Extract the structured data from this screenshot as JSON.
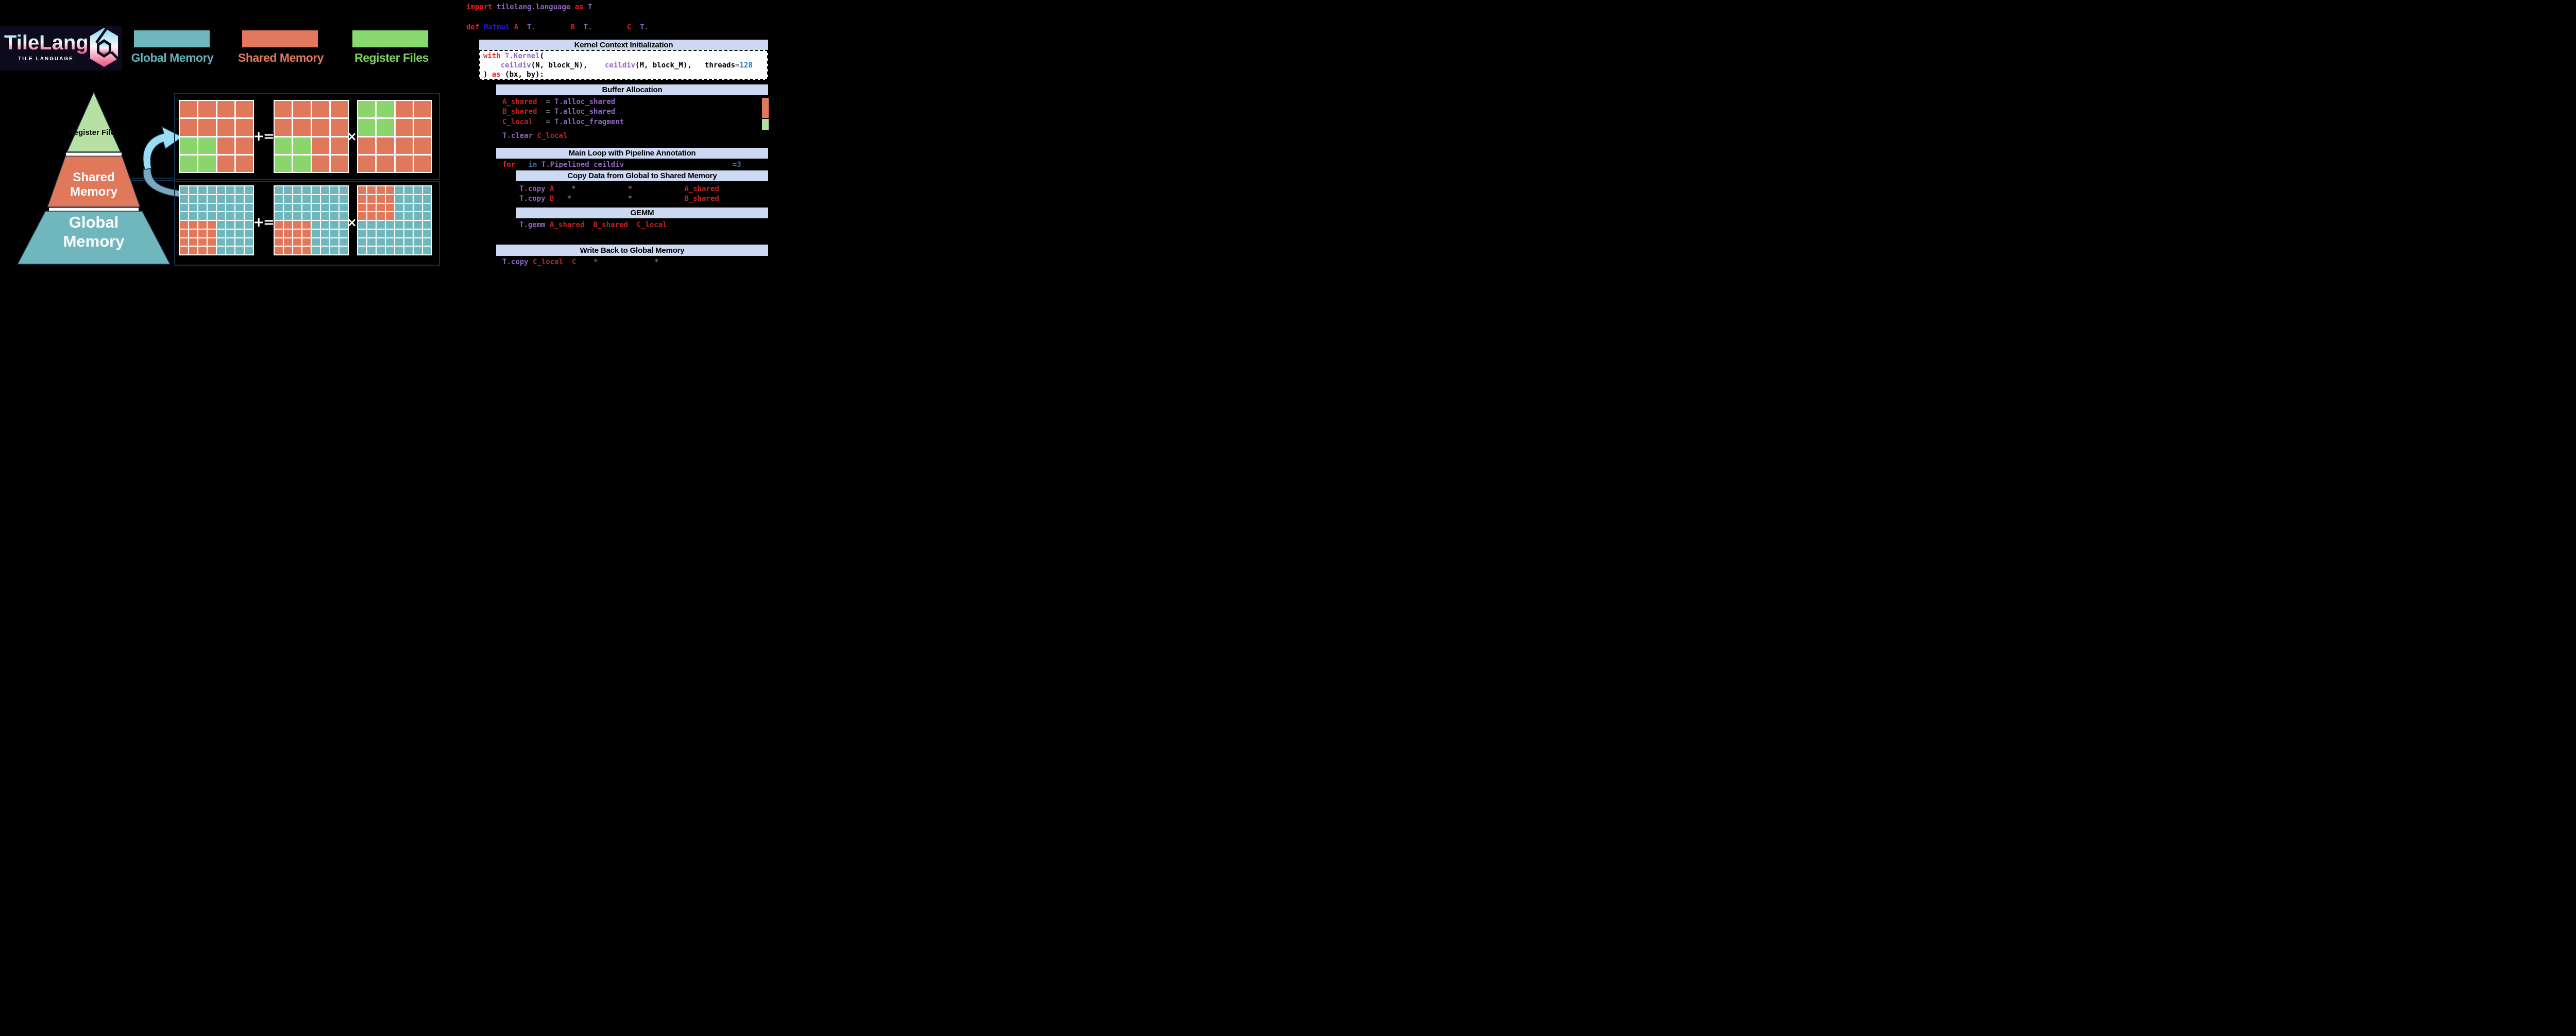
{
  "logo": {
    "wordmark": "TileLang",
    "subtitle": "TILE LANGUAGE"
  },
  "legend": {
    "items": [
      {
        "label": "Global Memory",
        "color": "#6fb7bd",
        "text_color": "#5fb3bb"
      },
      {
        "label": "Shared Memory",
        "color": "#e2795d",
        "text_color": "#e2795d"
      },
      {
        "label": "Register Files",
        "color": "#88d96d",
        "text_color": "#7fd45e"
      }
    ]
  },
  "pyramid": {
    "levels": [
      {
        "label": "Register Files",
        "color": "#b7e1a3"
      },
      {
        "label": "Shared Memory",
        "color": "#e0795c"
      },
      {
        "label": "Global Memory",
        "color": "#6fb7bd"
      }
    ],
    "outline_color": "#133148"
  },
  "diagram": {
    "cell_colors": {
      "s": "#e0795c",
      "g": "#8ad56c",
      "t": "#6fb7bd"
    },
    "operators": {
      "accumulate": "+=",
      "multiply": "×"
    },
    "arrow": {
      "light": "#9adcf3",
      "dark": "#7ca8bf",
      "outline": "#133148"
    },
    "register_row": {
      "c_tile": {
        "rows": [
          "ssss",
          "ssss",
          "ggss",
          "ggss"
        ]
      },
      "a_tile": {
        "rows": [
          "ssss",
          "ssss",
          "ggss",
          "ggss"
        ]
      },
      "b_tile": {
        "rows": [
          "ggss",
          "ggss",
          "ssss",
          "ssss"
        ]
      }
    },
    "global_row": {
      "c_tile": {
        "rows": [
          "tttttttt",
          "tttttttt",
          "tttttttt",
          "tttttttt",
          "sssstttt",
          "sssstttt",
          "sssstttt",
          "sssstttt"
        ]
      },
      "a_tile": {
        "rows": [
          "tttttttt",
          "tttttttt",
          "tttttttt",
          "tttttttt",
          "sssstttt",
          "sssstttt",
          "sssstttt",
          "sssstttt"
        ]
      },
      "b_tile": {
        "rows": [
          "sssstttt",
          "sssstttt",
          "sssstttt",
          "sssstttt",
          "tttttttt",
          "tttttttt",
          "tttttttt",
          "tttttttt"
        ]
      }
    }
  },
  "code": {
    "palette": {
      "kw": "#f51d1d",
      "var": "#c32222",
      "fn": "#9066c0",
      "num": "#2e75b6",
      "op": "#6a6a6a",
      "plain": "#000000",
      "defname": "#1b1bd8"
    },
    "import_line": [
      [
        "kw",
        "import "
      ],
      [
        "fn",
        "tilelang.language "
      ],
      [
        "kw",
        "as "
      ],
      [
        "fn",
        "T"
      ]
    ],
    "def_line": [
      [
        "kw",
        "def "
      ],
      [
        "defname",
        "Matmul "
      ],
      [
        "var",
        "A"
      ],
      [
        "plain",
        "  "
      ],
      [
        "fn",
        "T"
      ],
      [
        "op",
        "."
      ],
      [
        "plain",
        "        "
      ],
      [
        "var",
        "B"
      ],
      [
        "plain",
        "  "
      ],
      [
        "fn",
        "T"
      ],
      [
        "op",
        "."
      ],
      [
        "plain",
        "        "
      ],
      [
        "var",
        "C"
      ],
      [
        "plain",
        "  "
      ],
      [
        "fn",
        "T"
      ],
      [
        "op",
        "."
      ]
    ],
    "kernel": {
      "header": "Kernel Context Initialization",
      "lines": [
        [
          [
            "kw",
            "with "
          ],
          [
            "fn",
            "T"
          ],
          [
            "op",
            "."
          ],
          [
            "fn",
            "Kernel"
          ],
          [
            "plain",
            "("
          ]
        ],
        [
          [
            "plain",
            "    "
          ],
          [
            "fn",
            "ceildiv"
          ],
          [
            "plain",
            "(N, block_N),"
          ],
          [
            "plain",
            "    "
          ],
          [
            "fn",
            "ceildiv"
          ],
          [
            "plain",
            "(M, block_M),"
          ],
          [
            "plain",
            "   threads"
          ],
          [
            "op",
            "="
          ],
          [
            "num",
            "128"
          ]
        ],
        [
          [
            "plain",
            ") "
          ],
          [
            "kw",
            "as "
          ],
          [
            "plain",
            "(bx, by):"
          ]
        ]
      ]
    },
    "buffer": {
      "header": "Buffer Allocation",
      "lines": [
        [
          [
            "var",
            "A_shared"
          ],
          [
            "plain",
            "  "
          ],
          [
            "op",
            "="
          ],
          [
            "plain",
            " "
          ],
          [
            "fn",
            "T"
          ],
          [
            "op",
            "."
          ],
          [
            "fn",
            "alloc_shared"
          ]
        ],
        [
          [
            "var",
            "B_shared"
          ],
          [
            "plain",
            "  "
          ],
          [
            "op",
            "="
          ],
          [
            "plain",
            " "
          ],
          [
            "fn",
            "T"
          ],
          [
            "op",
            "."
          ],
          [
            "fn",
            "alloc_shared"
          ]
        ],
        [
          [
            "var",
            "C_local"
          ],
          [
            "plain",
            "   "
          ],
          [
            "op",
            "="
          ],
          [
            "plain",
            " "
          ],
          [
            "fn",
            "T"
          ],
          [
            "op",
            "."
          ],
          [
            "fn",
            "alloc_fragment"
          ]
        ],
        [
          [
            "fn",
            "T"
          ],
          [
            "op",
            "."
          ],
          [
            "fn",
            "clear"
          ],
          [
            "plain",
            " "
          ],
          [
            "var",
            "C_local"
          ]
        ]
      ],
      "bars": {
        "shared_color": "#e0795c",
        "register_color": "#b2dfa0"
      }
    },
    "main_loop": {
      "header": "Main Loop with Pipeline Annotation",
      "line": [
        [
          "kw",
          "for"
        ],
        [
          "plain",
          "   "
        ],
        [
          "num",
          "in"
        ],
        [
          "plain",
          " "
        ],
        [
          "fn",
          "T"
        ],
        [
          "op",
          "."
        ],
        [
          "fn",
          "Pipelined"
        ],
        [
          "plain",
          " "
        ],
        [
          "fn",
          "ceildiv"
        ],
        [
          "plain",
          "                         "
        ],
        [
          "op",
          "="
        ],
        [
          "num",
          "3"
        ]
      ]
    },
    "copy_in": {
      "header": "Copy Data from Global to Shared Memory",
      "lines": [
        [
          [
            "fn",
            "T"
          ],
          [
            "op",
            "."
          ],
          [
            "fn",
            "copy"
          ],
          [
            "plain",
            " "
          ],
          [
            "var",
            "A"
          ],
          [
            "plain",
            "    "
          ],
          [
            "op",
            "*"
          ],
          [
            "plain",
            "            "
          ],
          [
            "op",
            "*"
          ],
          [
            "plain",
            "            "
          ],
          [
            "var",
            "A_shared"
          ]
        ],
        [
          [
            "fn",
            "T"
          ],
          [
            "op",
            "."
          ],
          [
            "fn",
            "copy"
          ],
          [
            "plain",
            " "
          ],
          [
            "var",
            "B"
          ],
          [
            "plain",
            "   "
          ],
          [
            "op",
            "*"
          ],
          [
            "plain",
            "             "
          ],
          [
            "op",
            "*"
          ],
          [
            "plain",
            "            "
          ],
          [
            "var",
            "B_shared"
          ]
        ]
      ]
    },
    "gemm": {
      "header": "GEMM",
      "line": [
        [
          "fn",
          "T"
        ],
        [
          "op",
          "."
        ],
        [
          "fn",
          "gemm"
        ],
        [
          "plain",
          " "
        ],
        [
          "var",
          "A_shared"
        ],
        [
          "plain",
          "  "
        ],
        [
          "var",
          "B_shared"
        ],
        [
          "plain",
          "  "
        ],
        [
          "var",
          "C_local"
        ]
      ]
    },
    "write_back": {
      "header": "Write Back to Global Memory",
      "line": [
        [
          "fn",
          "T"
        ],
        [
          "op",
          "."
        ],
        [
          "fn",
          "copy"
        ],
        [
          "plain",
          " "
        ],
        [
          "var",
          "C_local"
        ],
        [
          "plain",
          "  "
        ],
        [
          "var",
          "C"
        ],
        [
          "plain",
          "    "
        ],
        [
          "op",
          "*"
        ],
        [
          "plain",
          "             "
        ],
        [
          "op",
          "*"
        ]
      ]
    }
  }
}
